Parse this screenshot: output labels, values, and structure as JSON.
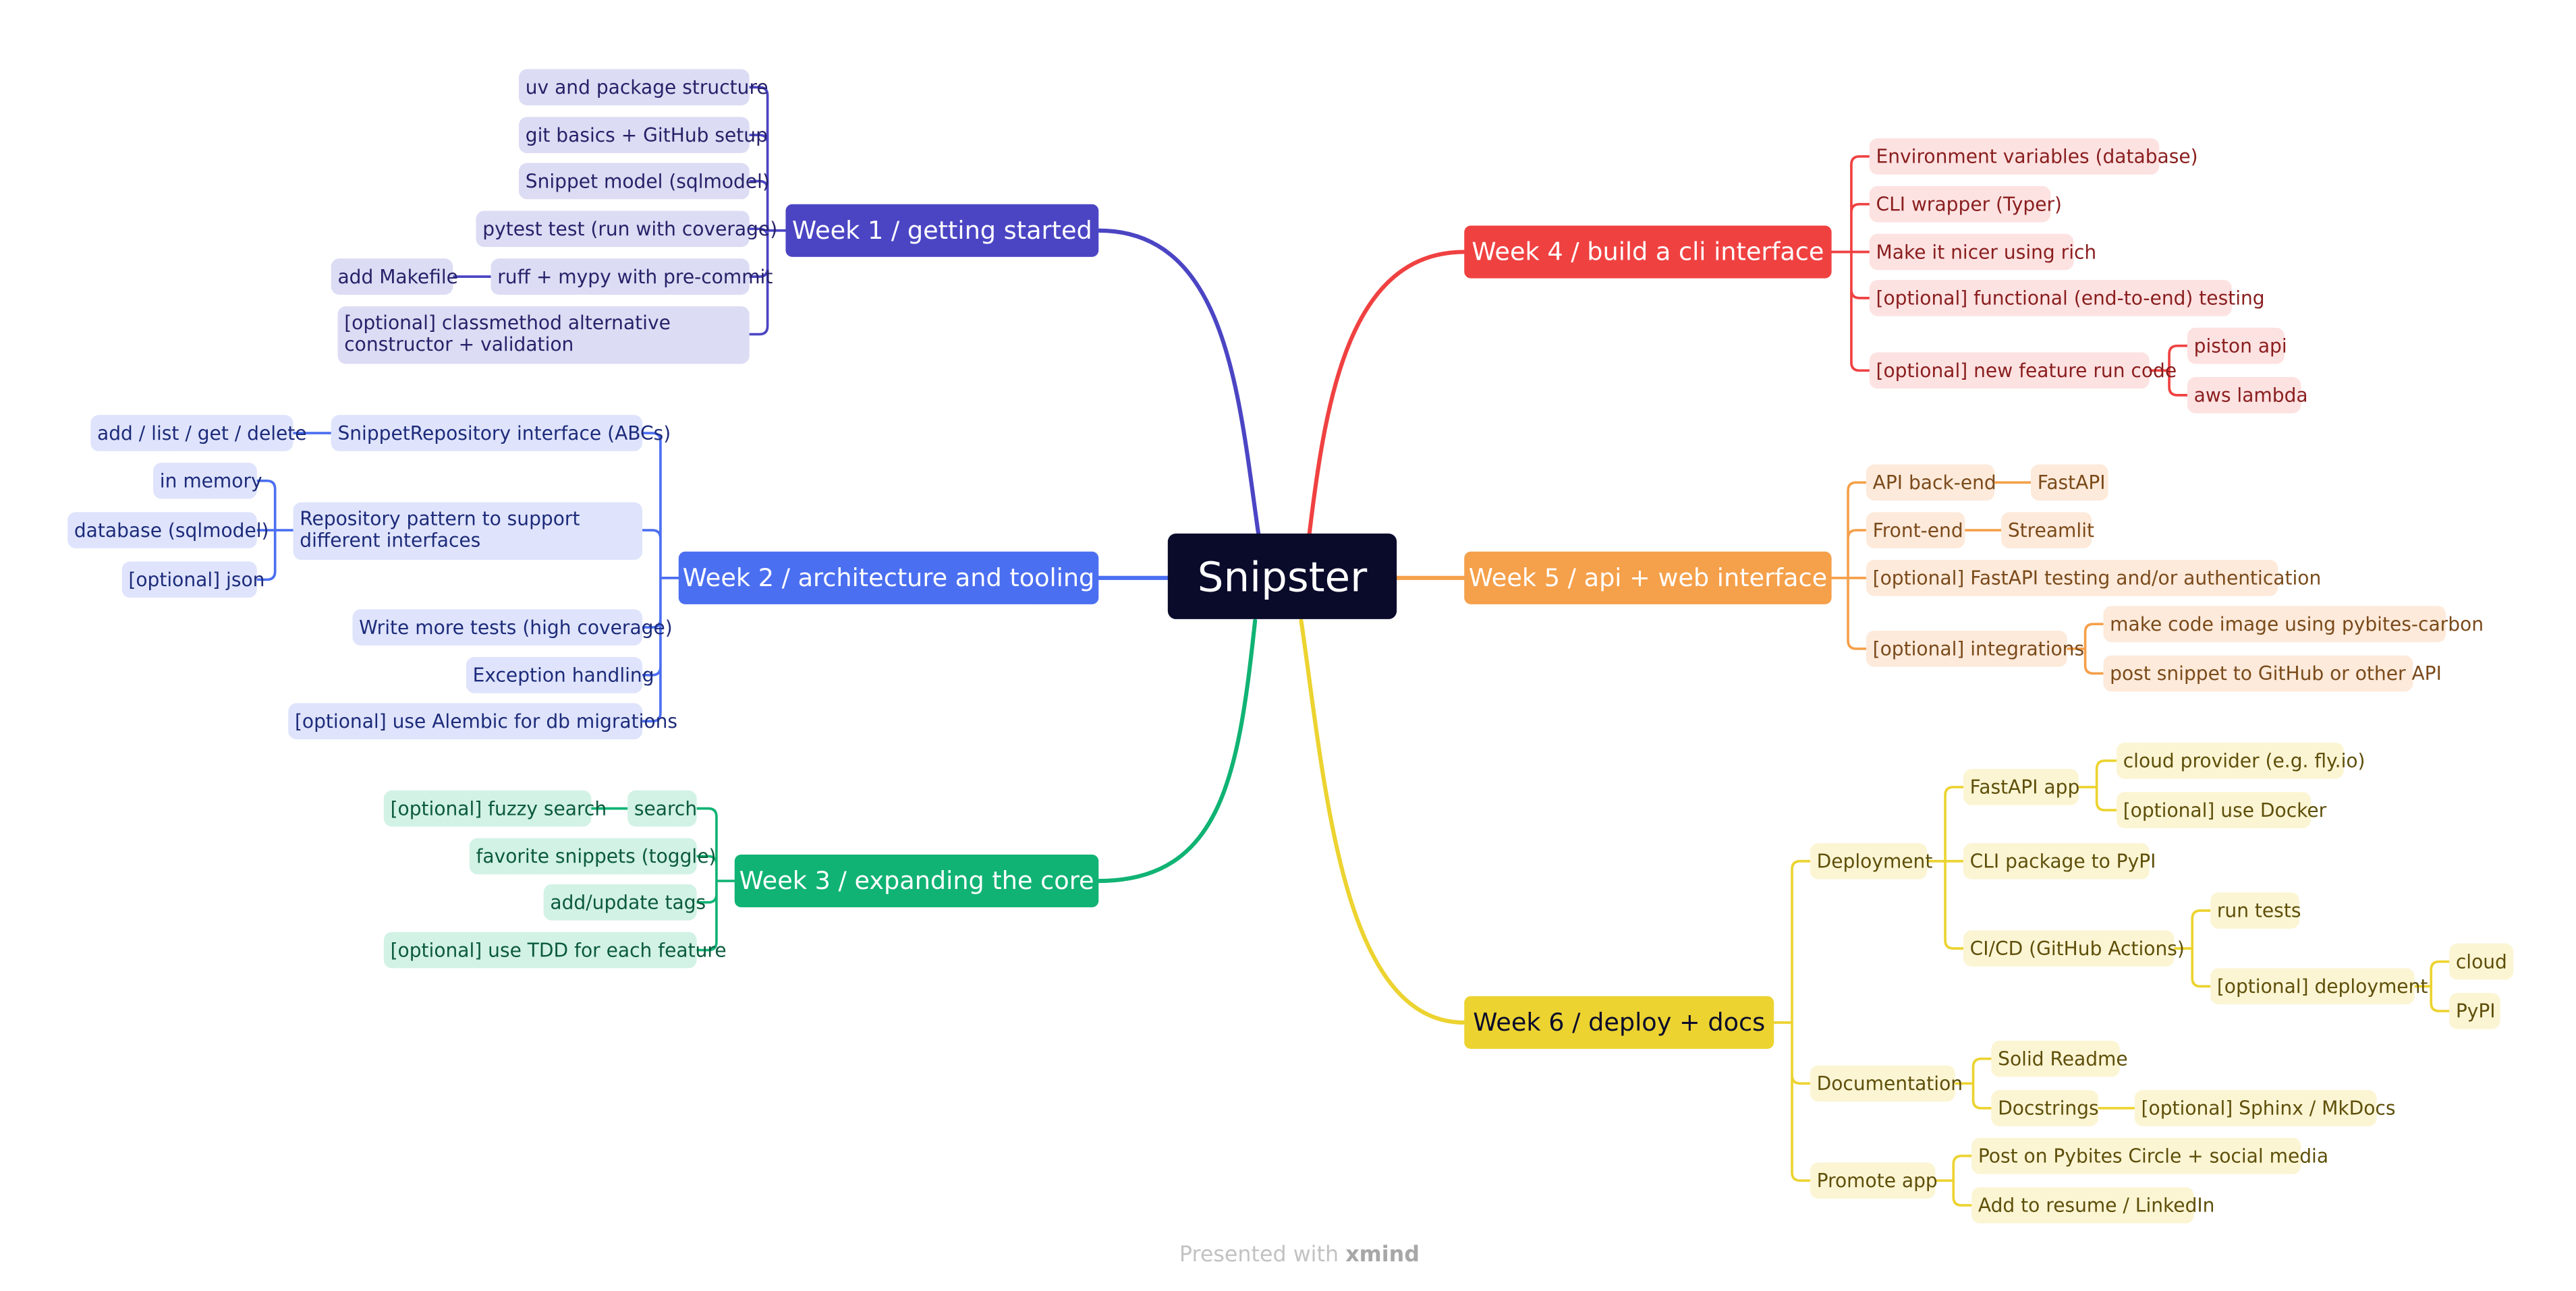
{
  "root": {
    "label": "Snipster"
  },
  "colors": {
    "w1": "#4b45c4",
    "w2": "#4b6ff1",
    "w3": "#10b374",
    "w4": "#f04141",
    "w5": "#f5a04a",
    "w6": "#ecd330",
    "w1_leaf": "#dcdcf4",
    "w2_leaf": "#dfe4fc",
    "w3_leaf": "#d2f2e5",
    "w4_leaf": "#fde2e2",
    "w5_leaf": "#fdeadb",
    "w6_leaf": "#fcf5d4",
    "w6_text": "#0a0b2b",
    "w1_text": "#262269",
    "w2_text": "#1d2b7a",
    "w3_text": "#0b5a3c",
    "w4_text": "#8a1e1e",
    "w5_text": "#7a4a1a",
    "w6_text_leaf": "#5e4f0a"
  },
  "branches": {
    "w1": {
      "label": "Week 1 / getting started",
      "children": [
        "uv and package structure",
        "git basics + GitHub setup",
        "Snippet model (sqlmodel)",
        "pytest test (run with coverage)",
        "ruff + mypy with pre-commit",
        "add Makefile",
        "[optional] classmethod alternative constructor + validation"
      ]
    },
    "w2": {
      "label": "Week 2 / architecture and tooling",
      "children": [
        "SnippetRepository interface (ABCs)",
        "add / list / get / delete",
        "Repository pattern to support different interfaces",
        "in memory",
        "database (sqlmodel)",
        "[optional] json",
        "Write more tests (high coverage)",
        "Exception handling",
        "[optional] use Alembic for db migrations"
      ]
    },
    "w3": {
      "label": "Week 3 / expanding the core",
      "children": [
        "search",
        "[optional] fuzzy search",
        "favorite snippets (toggle)",
        "add/update tags",
        "[optional] use TDD for each feature"
      ]
    },
    "w4": {
      "label": "Week 4 / build a cli interface",
      "children": [
        "Environment variables (database)",
        "CLI wrapper (Typer)",
        "Make it nicer using rich",
        "[optional] functional (end-to-end) testing",
        "[optional] new feature run code",
        "piston api",
        "aws lambda"
      ]
    },
    "w5": {
      "label": "Week 5 / api + web interface",
      "children": [
        "API back-end",
        "FastAPI",
        "Front-end",
        "Streamlit",
        "[optional] FastAPI testing and/or authentication",
        "[optional] integrations",
        "make code image using pybites-carbon",
        "post snippet to GitHub or other API"
      ]
    },
    "w6": {
      "label": "Week 6 / deploy + docs",
      "children": [
        "Deployment",
        "FastAPI app",
        "cloud provider (e.g. fly.io)",
        "[optional] use Docker",
        "CLI package to PyPI",
        "CI/CD (GitHub Actions)",
        "run tests",
        "[optional] deployment",
        "cloud",
        "PyPI",
        "Documentation",
        "Solid Readme",
        "Docstrings",
        "[optional] Sphinx / MkDocs",
        "Promote app",
        "Post on Pybites Circle + social media",
        "Add to resume / LinkedIn"
      ]
    }
  },
  "footer": {
    "prefix": "Presented with",
    "brand": "xmind"
  }
}
